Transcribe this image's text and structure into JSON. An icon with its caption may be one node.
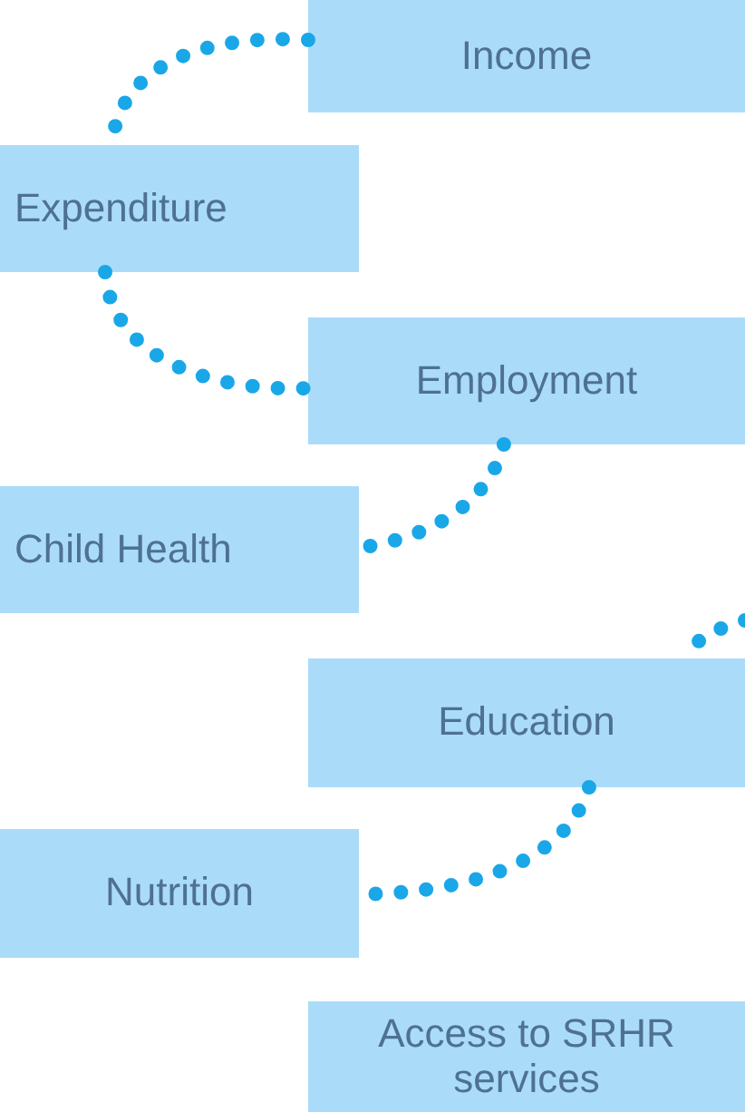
{
  "diagram": {
    "nodes": [
      {
        "text": [
          "Income"
        ]
      },
      {
        "text": [
          "Expenditure"
        ]
      },
      {
        "text": [
          "Employment"
        ]
      },
      {
        "text": [
          "Child Health"
        ]
      },
      {
        "text": [
          "Education"
        ]
      },
      {
        "text": [
          "Nutrition"
        ]
      },
      {
        "text": [
          "Access to SRHR services"
        ]
      }
    ],
    "edges": [
      {
        "from": 0,
        "to": 1,
        "arrow": "none"
      },
      {
        "from": 1,
        "to": 2,
        "arrow": "none"
      },
      {
        "from": 2,
        "to": 3,
        "arrow": "none"
      },
      {
        "from": null,
        "to": 4,
        "arrow": "none"
      },
      {
        "from": 4,
        "to": 5,
        "arrow": "none"
      }
    ]
  }
}
